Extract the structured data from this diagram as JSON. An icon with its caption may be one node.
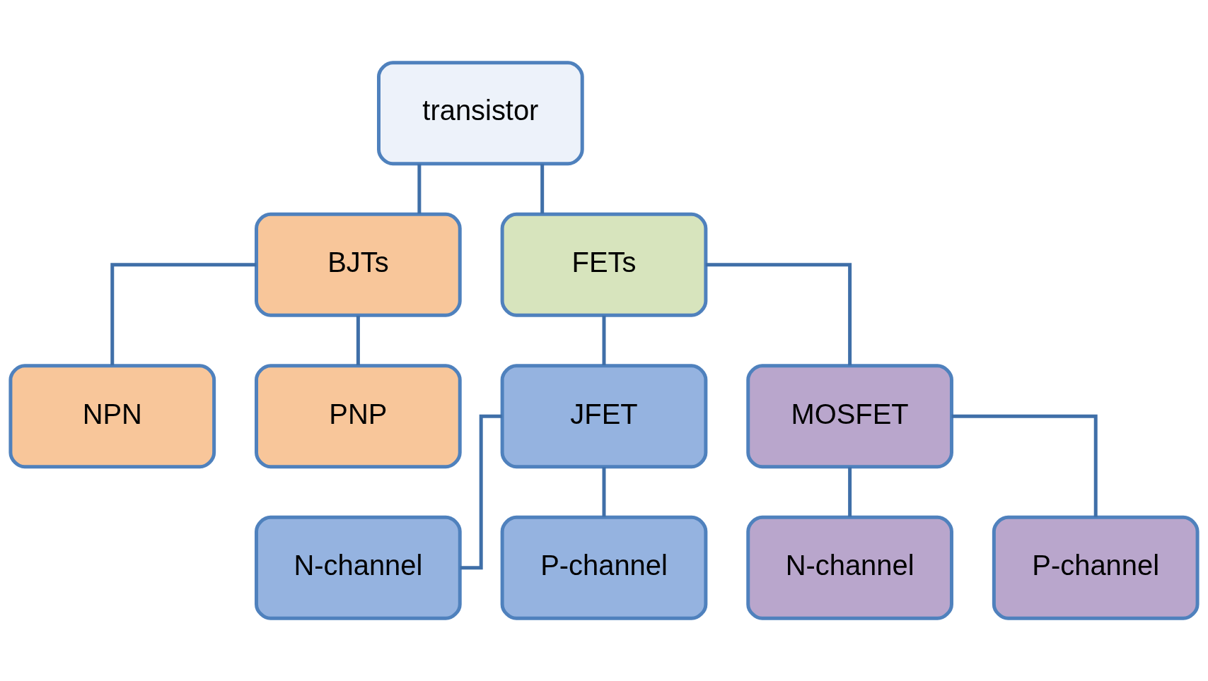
{
  "diagram": {
    "nodes": [
      {
        "text": [
          "transistor"
        ]
      },
      {
        "text": [
          "BJTs"
        ]
      },
      {
        "text": [
          "FETs"
        ]
      },
      {
        "text": [
          "NPN"
        ]
      },
      {
        "text": [
          "PNP"
        ]
      },
      {
        "text": [
          "JFET"
        ]
      },
      {
        "text": [
          "MOSFET"
        ]
      },
      {
        "text": [
          "N-channel"
        ]
      },
      {
        "text": [
          "P-channel"
        ]
      },
      {
        "text": [
          "N-channel"
        ]
      },
      {
        "text": [
          "P-channel"
        ]
      }
    ],
    "edges": [
      {
        "from": 0,
        "to": 1,
        "arrow": "none"
      },
      {
        "from": 0,
        "to": 2,
        "arrow": "none"
      },
      {
        "from": 1,
        "to": 3,
        "arrow": "none"
      },
      {
        "from": 1,
        "to": 4,
        "arrow": "none"
      },
      {
        "from": 2,
        "to": 5,
        "arrow": "none"
      },
      {
        "from": 2,
        "to": 6,
        "arrow": "none"
      },
      {
        "from": 5,
        "to": 7,
        "arrow": "none"
      },
      {
        "from": 5,
        "to": 8,
        "arrow": "none"
      },
      {
        "from": 6,
        "to": 9,
        "arrow": "none"
      },
      {
        "from": 6,
        "to": 10,
        "arrow": "none"
      }
    ]
  }
}
